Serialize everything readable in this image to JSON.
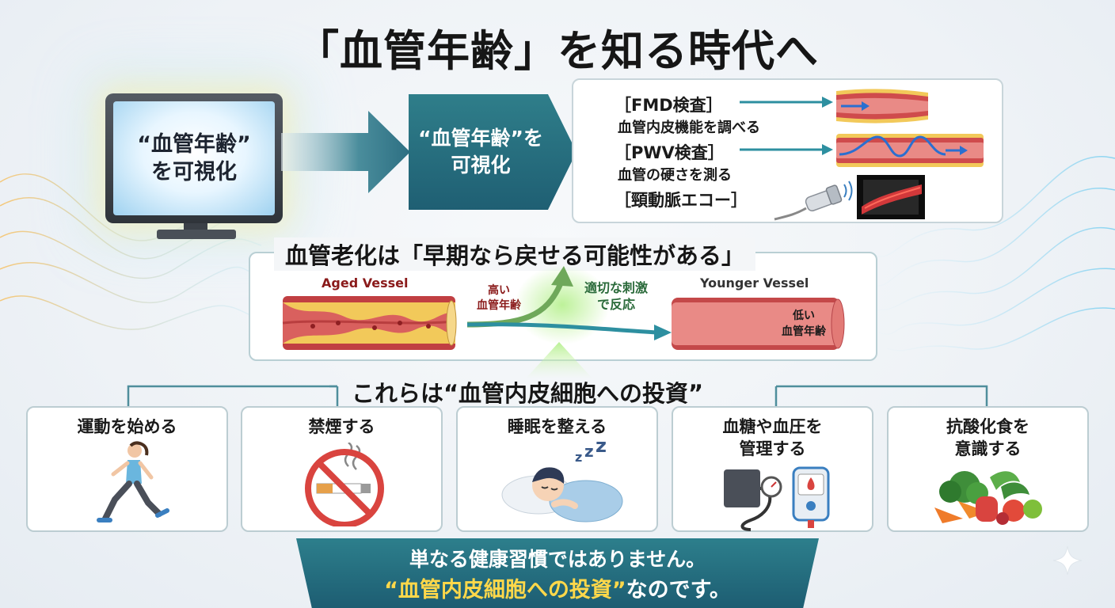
{
  "title": "「血管年齢」を知る時代へ",
  "monitor": {
    "line1": "“血管年齢”",
    "line2": "を可視化"
  },
  "pentagon": {
    "line1": "“血管年齢”を",
    "line2": "可視化"
  },
  "tests": [
    {
      "title": "［FMD検査］",
      "desc": "血管内皮機能を調べる"
    },
    {
      "title": "［PWV検査］",
      "desc": "血管の硬さを測る"
    },
    {
      "title": "［頸動脈エコー］"
    }
  ],
  "reversal": {
    "title": "血管老化は「早期なら戻せる可能性がある」",
    "aged_label": "Aged Vessel",
    "high_age_line1": "高い",
    "high_age_line2": "血管年齢",
    "stimulus_line1": "適切な刺激",
    "stimulus_line2": "で反応",
    "younger_label": "Younger Vessel",
    "low_age_line1": "低い",
    "low_age_line2": "血管年齢"
  },
  "investment_title": "これらは“血管内皮細胞への投資”",
  "cards": [
    {
      "label_line1": "運動を始める",
      "label_line2": "",
      "icon": "runner-icon"
    },
    {
      "label_line1": "禁煙する",
      "label_line2": "",
      "icon": "no-smoking-icon"
    },
    {
      "label_line1": "睡眠を整える",
      "label_line2": "",
      "icon": "sleeping-person-icon"
    },
    {
      "label_line1": "血糖や血圧を",
      "label_line2": "管理する",
      "icon": "health-monitor-icon"
    },
    {
      "label_line1": "抗酸化食を",
      "label_line2": "意識する",
      "icon": "vegetables-icon"
    }
  ],
  "banner": {
    "line1": "単なる健康習慣ではありません。",
    "line2_highlight": "“血管内皮細胞への投資”",
    "line2_rest": "なのです。"
  },
  "colors": {
    "teal": "#1f5f73",
    "teal_light": "#2f7e8a",
    "vessel_red": "#c9474a",
    "vessel_pink": "#e98a86",
    "plaque_yellow": "#f2c95a",
    "arrow_blue": "#2d8fa0",
    "banner_highlight": "#ffd84a"
  }
}
